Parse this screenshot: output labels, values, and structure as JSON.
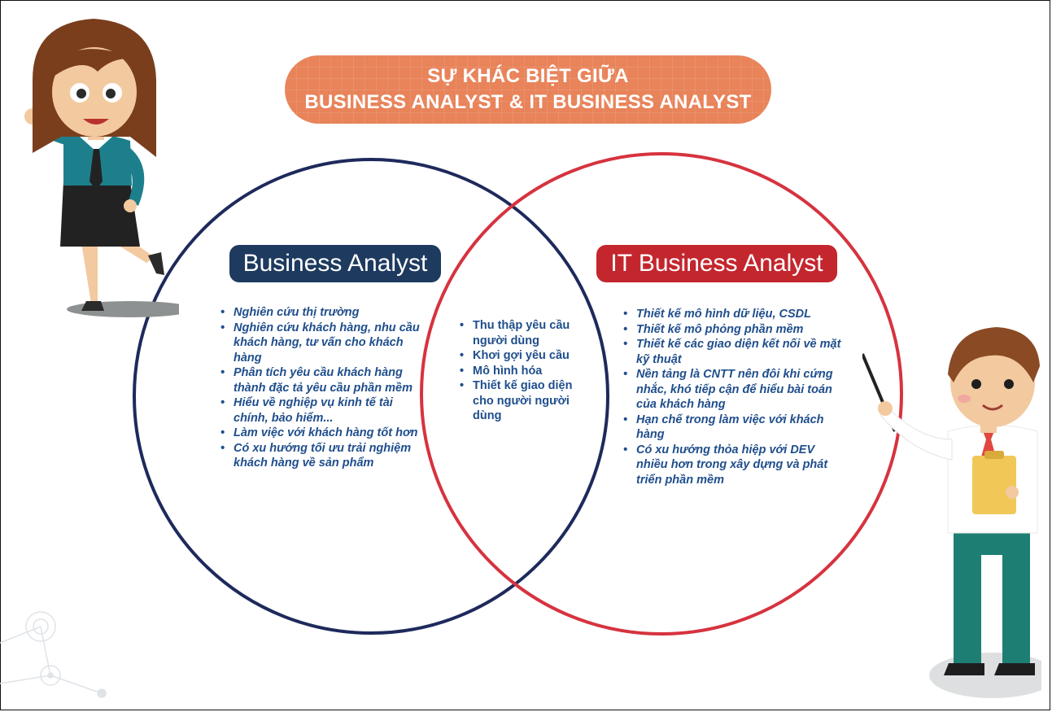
{
  "title": {
    "line1": "SỰ KHÁC BIỆT GIỮA",
    "line2": "BUSINESS ANALYST & IT BUSINESS ANALYST"
  },
  "colors": {
    "title_bg": "#e8835a",
    "ba": "#1e3a5f",
    "itba": "#c4262e",
    "text": "#1f4e8c"
  },
  "left": {
    "label": "Business Analyst",
    "items": [
      "Nghiên cứu thị trường",
      "Nghiên cứu khách hàng, nhu cầu khách hàng, tư vấn cho khách hàng",
      "Phân tích yêu cầu khách hàng thành đặc tả yêu cầu phần mềm",
      "Hiểu về nghiệp vụ kinh tế tài chính, bảo hiểm...",
      "Làm việc với khách hàng tốt hơn",
      "Có xu hướng tối ưu trải nghiệm khách hàng về sản phẩm"
    ]
  },
  "middle": {
    "items": [
      "Thu thập yêu cầu người dùng",
      "Khơi gợi yêu cầu",
      "Mô hình hóa",
      "Thiết kế giao diện cho người người dùng"
    ]
  },
  "right": {
    "label": "IT Business Analyst",
    "items": [
      "Thiết kế mô hình dữ liệu, CSDL",
      "Thiết kế mô phỏng phần mềm",
      "Thiết kế các giao diện kết nối về mặt kỹ thuật",
      "Nền tảng là CNTT nên đôi khi cứng nhắc, khó tiếp cận để hiểu bài toán của khách hàng",
      "Hạn chế trong làm việc với khách hàng",
      "Có xu hướng thỏa hiệp với DEV nhiều hơn trong xây dựng và phát triển phần mềm"
    ]
  }
}
